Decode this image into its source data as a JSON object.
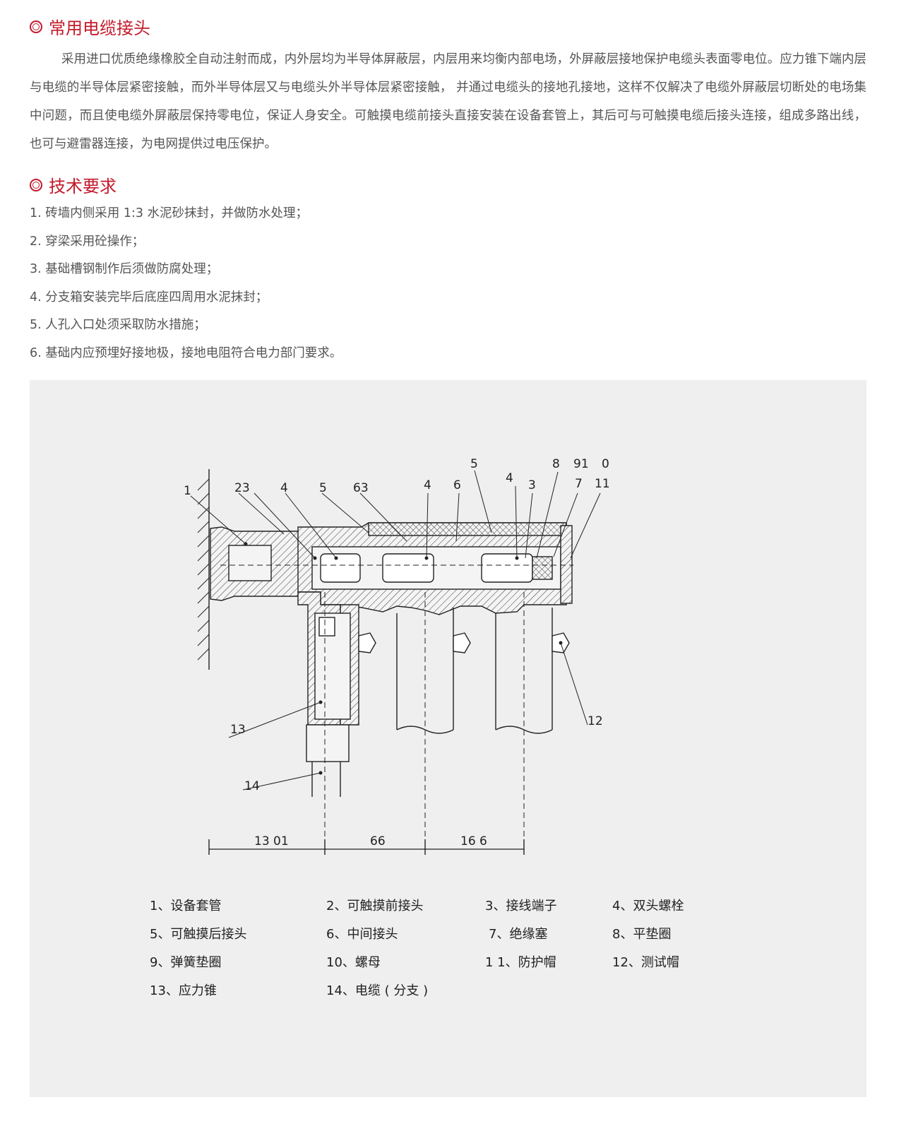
{
  "section1": {
    "title": "常用电缆接头",
    "paragraph": "采用进口优质绝缘橡胶全自动注射而成，内外层均为半导体屏蔽层，内层用来均衡内部电场，外屏蔽层接地保护电缆头表面零电位。应力锥下端内层与电缆的半导体层紧密接触，而外半导体层又与电缆头外半导体层紧密接触， 并通过电缆头的接地孔接地，这样不仅解决了电缆外屏蔽层切断处的电场集中问题，而且使电缆外屏蔽层保持零电位，保证人身安全。可触摸电缆前接头直接安装在设备套管上，其后可与可触摸电缆后接头连接，组成多路出线，也可与避雷器连接，为电网提供过电压保护。"
  },
  "section2": {
    "title": "技术要求",
    "items": [
      "1. 砖墙内侧采用 1:3 水泥砂抹封，并做防水处理；",
      "2. 穿梁采用砼操作；",
      "3. 基础槽钢制作后须做防腐处理；",
      "4. 分支箱安装完毕后底座四周用水泥抹封；",
      "5. 人孔入口处须采取防水措施；",
      "6. 基础内应预埋好接地极，接地电阻符合电力部门要求。"
    ]
  },
  "drawing": {
    "callouts": [
      "1",
      "23",
      "4",
      "5",
      "63",
      "4",
      "6",
      "5",
      "4",
      "3",
      "8",
      "91",
      "0",
      "7",
      "11",
      "12",
      "13",
      "14"
    ],
    "dimensions": [
      "13 01",
      "66",
      "16 6"
    ]
  },
  "legend": [
    "1、设备套管",
    "2、可触摸前接头",
    "3、接线端子",
    "4、双头螺栓",
    "5、可触摸后接头",
    "6、中间接头",
    "7、绝缘塞",
    "8、平垫圈",
    "9、弹簧垫圈",
    "10、螺母",
    "1 1、防护帽",
    "12、测试帽",
    "13、应力锥",
    "14、电缆 ( 分支 )"
  ]
}
